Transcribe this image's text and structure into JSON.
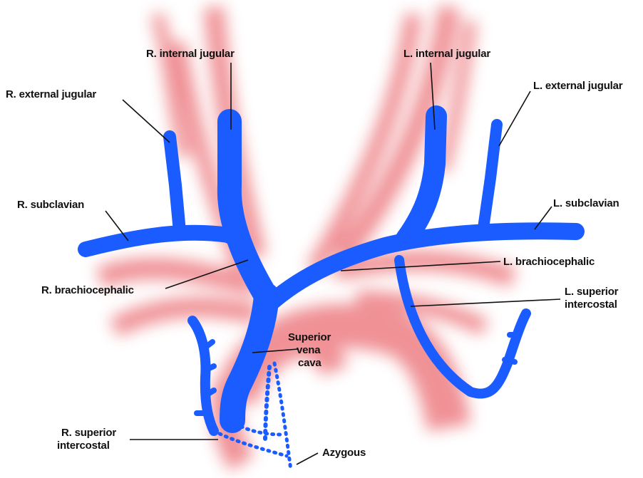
{
  "colors": {
    "vein": "#1a5cff",
    "artery": "#e3393f",
    "background": "#ffffff",
    "text": "#111111"
  },
  "labels": {
    "r_internal_jugular": "R. internal jugular",
    "l_internal_jugular": "L. internal jugular",
    "r_external_jugular": "R. external jugular",
    "l_external_jugular": "L. external jugular",
    "r_subclavian": "R. subclavian",
    "l_subclavian": "L. subclavian",
    "l_brachiocephalic": "L. brachiocephalic",
    "r_brachiocephalic": "R. brachiocephalic",
    "l_superior_intercostal_line1": "L. superior",
    "l_superior_intercostal_line2": "intercostal",
    "svc_line1": "Superior",
    "svc_line2": "vena",
    "svc_line3": "cava",
    "r_superior_intercostal_line1": "R. superior",
    "r_superior_intercostal_line2": "intercostal",
    "azygous": "Azygous"
  }
}
